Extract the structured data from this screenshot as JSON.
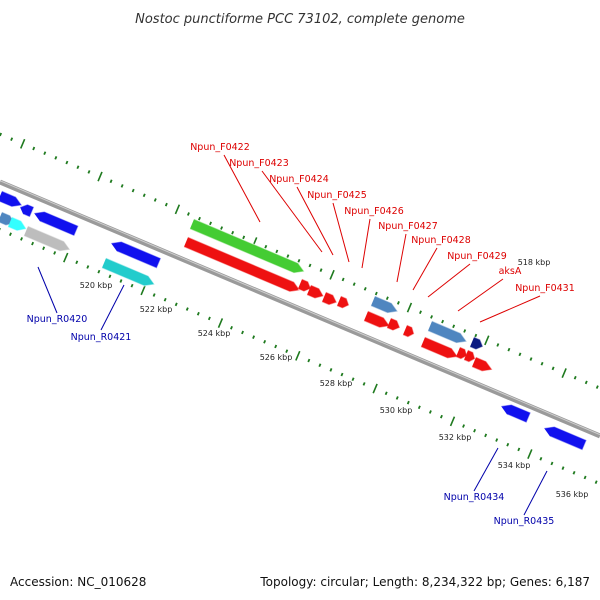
{
  "title": "Nostoc punctiforme PCC 73102, complete genome",
  "footer": {
    "accession": "Accession: NC_010628",
    "topology": "Topology: circular; Length: 8,234,322 bp; Genes: 6,187"
  },
  "colors": {
    "backbone": "#8a8a8a",
    "ticks": "#1f7a1f",
    "forward_label": "#dd0000",
    "reverse_label": "#0000aa",
    "red": "#ee1111",
    "green": "#44cc33",
    "blue": "#1111ee",
    "navy": "#0b1a80",
    "steel": "#4f86c0",
    "cyan": "#22cccc",
    "aqua": "#33ffff",
    "gray": "#bdbdbd"
  },
  "kbp_ticks": [
    "518 kbp",
    "520 kbp",
    "522 kbp",
    "524 kbp",
    "526 kbp",
    "528 kbp",
    "530 kbp",
    "532 kbp",
    "534 kbp",
    "536 kbp"
  ],
  "forward_genes": [
    "Npun_F0422",
    "Npun_F0423",
    "Npun_F0424",
    "Npun_F0425",
    "Npun_F0426",
    "Npun_F0427",
    "Npun_F0428",
    "Npun_F0429",
    "aksA",
    "Npun_F0431"
  ],
  "reverse_genes": [
    "Npun_R0420",
    "Npun_R0421",
    "Npun_R0434",
    "Npun_R0435"
  ]
}
